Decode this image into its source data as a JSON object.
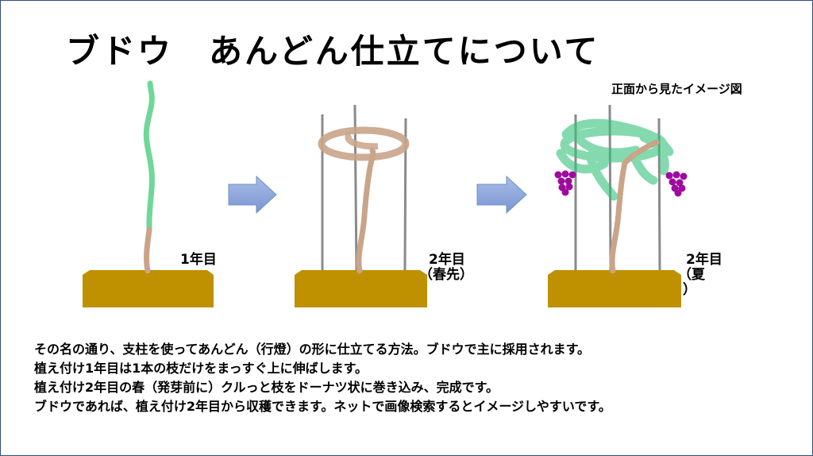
{
  "title": "ブドウ　あんどん仕立てについて",
  "front_view_note": "正面から見たイメージ図",
  "stages": [
    {
      "label": "1年目",
      "sub": ""
    },
    {
      "label": "2年目",
      "sub": "（春先）"
    },
    {
      "label": "2年目",
      "sub": "（夏",
      "sub2": "）"
    }
  ],
  "description": [
    "その名の通り、支柱を使ってあんどん（行燈）の形に仕立てる方法。ブドウで主に採用されます。",
    "植え付け1年目は1本の枝だけをまっすぐ上に伸ばします。",
    "植え付け2年目の春（発芽前に）クルっと枝をドーナツ状に巻き込み、完成です。",
    "ブドウであれば、植え付け2年目から収穫できます。ネットで画像検索するとイメージしやすいです。"
  ],
  "colors": {
    "pot": "#bf9000",
    "trunk": "#c9a489",
    "shoot": "#5fd38d",
    "leaf": "#34c27a",
    "post": "#808080",
    "arrow": "#8fa8dc",
    "grape": "#9e0a9e",
    "border": "#2f4f7f"
  }
}
